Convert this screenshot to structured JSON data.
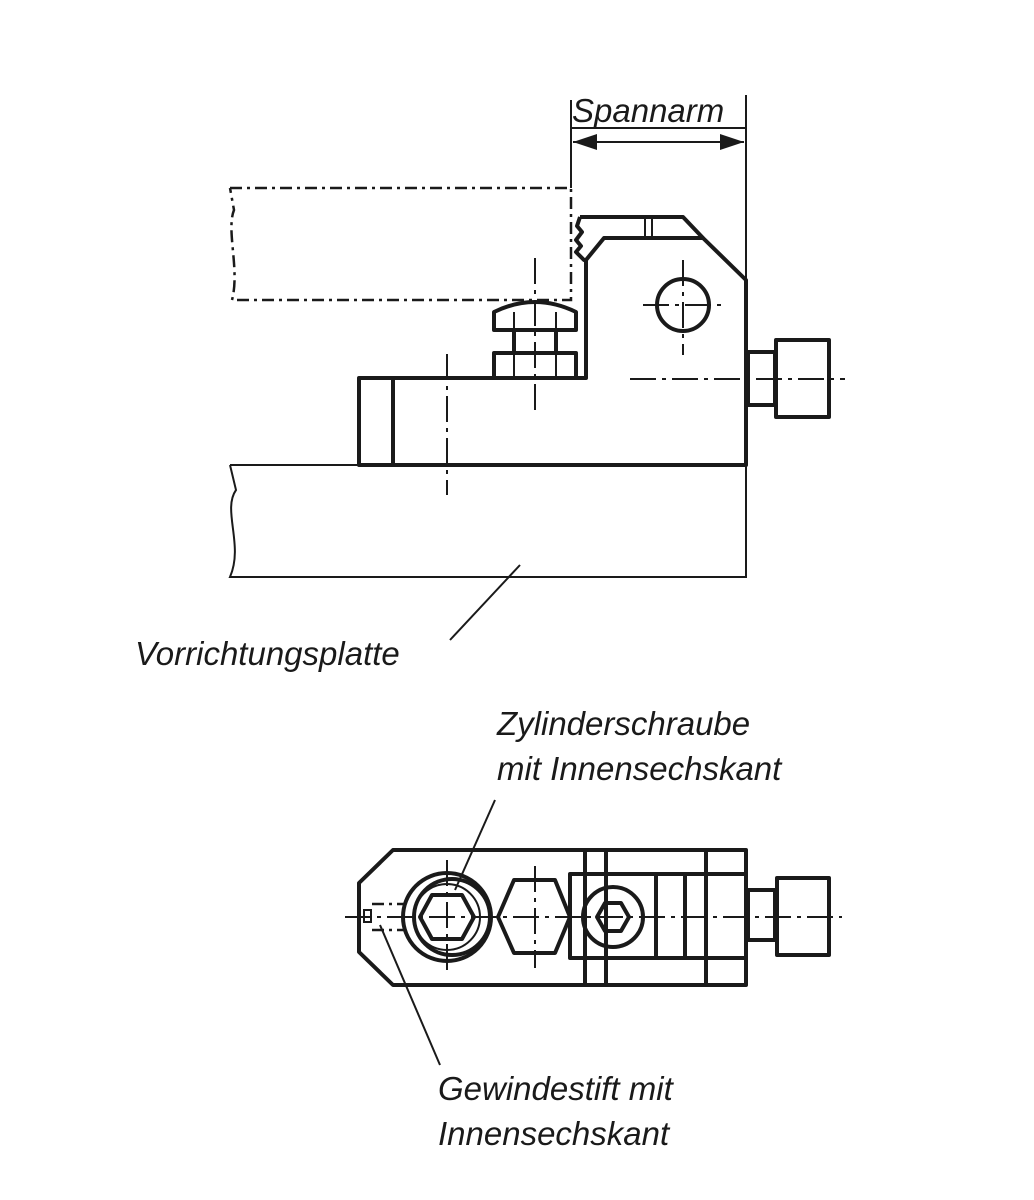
{
  "labels": {
    "spannarm": "Spannarm",
    "plate": "Vorrichtungsplatte",
    "cap_screw_line1": "Zylinderschraube",
    "cap_screw_line2": "mit Innensechskant",
    "set_screw_line1": "Gewindestift mit",
    "set_screw_line2": "Innensechskant"
  },
  "colors": {
    "line": "#1a1a1a",
    "background": "#ffffff"
  }
}
